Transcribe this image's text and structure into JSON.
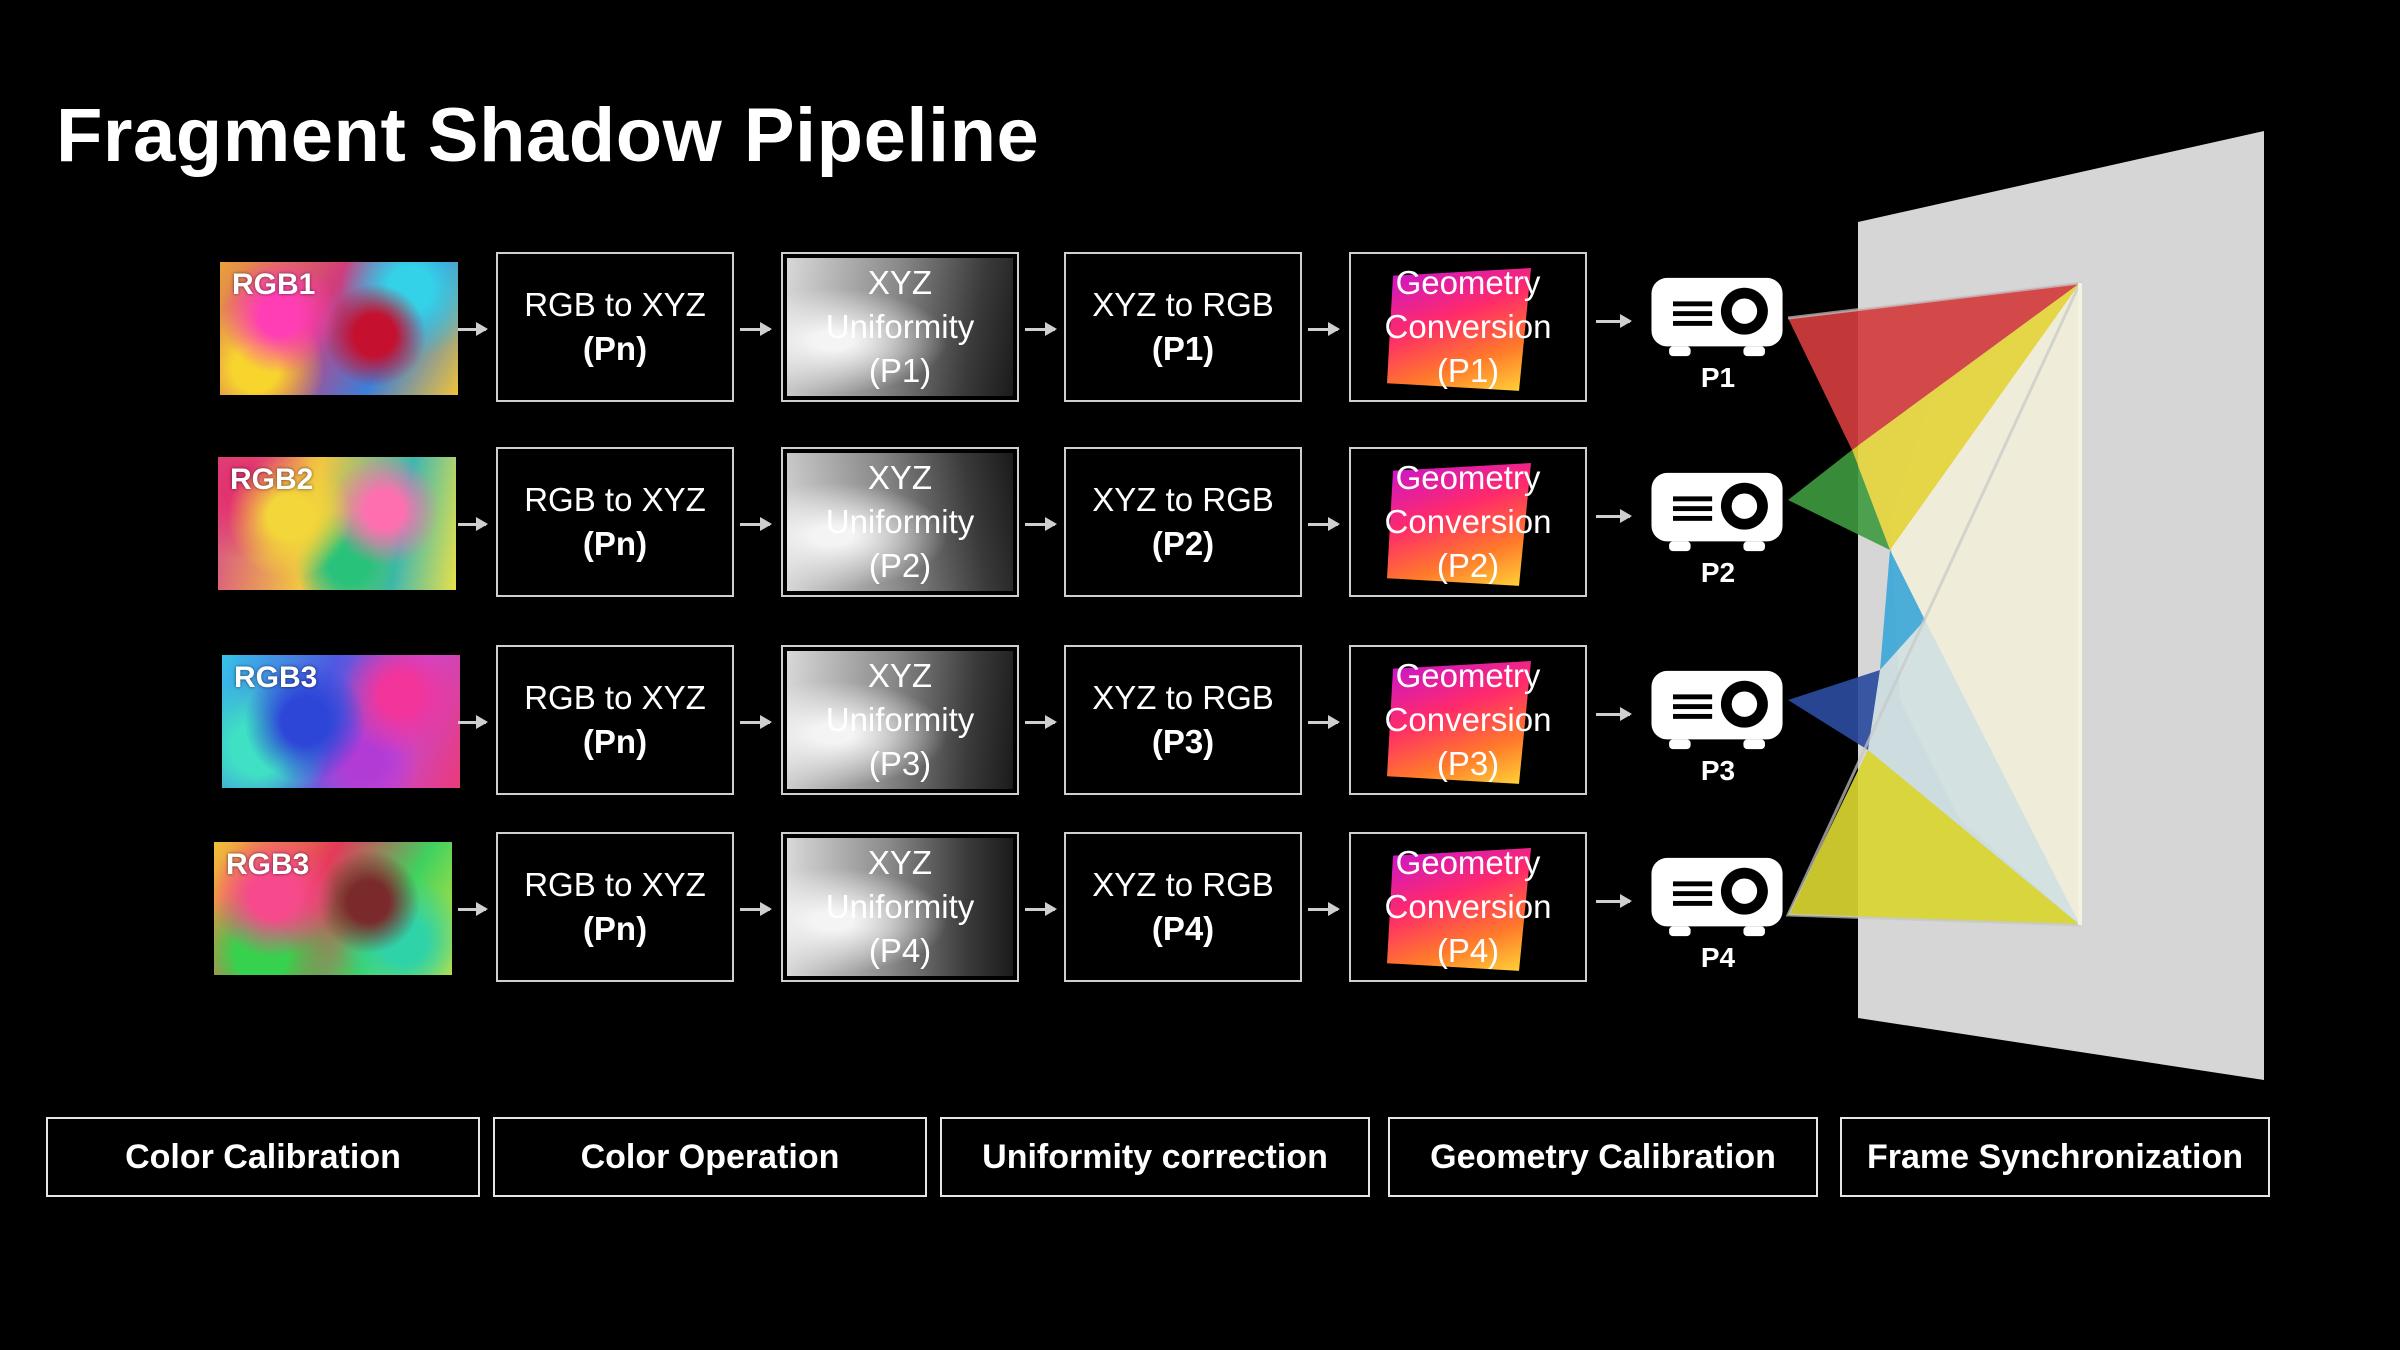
{
  "title": "Fragment Shadow Pipeline",
  "rows": [
    {
      "input": "RGB1",
      "step1": [
        "RGB to XYZ",
        "(Pn)"
      ],
      "step2": [
        "XYZ",
        "Uniformity",
        "(P1)"
      ],
      "step3": [
        "XYZ to RGB",
        "(P1)"
      ],
      "step4": [
        "Geometry",
        "Conversion",
        "(P1)"
      ],
      "projector": "P1"
    },
    {
      "input": "RGB2",
      "step1": [
        "RGB to XYZ",
        "(Pn)"
      ],
      "step2": [
        "XYZ",
        "Uniformity",
        "(P2)"
      ],
      "step3": [
        "XYZ to RGB",
        "(P2)"
      ],
      "step4": [
        "Geometry",
        "Conversion",
        "(P2)"
      ],
      "projector": "P2"
    },
    {
      "input": "RGB3",
      "step1": [
        "RGB to XYZ",
        "(Pn)"
      ],
      "step2": [
        "XYZ",
        "Uniformity",
        "(P3)"
      ],
      "step3": [
        "XYZ to RGB",
        "(P3)"
      ],
      "step4": [
        "Geometry",
        "Conversion",
        "(P3)"
      ],
      "projector": "P3"
    },
    {
      "input": "RGB3",
      "step1": [
        "RGB to XYZ",
        "(Pn)"
      ],
      "step2": [
        "XYZ",
        "Uniformity",
        "(P4)"
      ],
      "step3": [
        "XYZ to RGB",
        "(P4)"
      ],
      "step4": [
        "Geometry",
        "Conversion",
        "(P4)"
      ],
      "projector": "P4"
    }
  ],
  "stages": [
    "Color Calibration",
    "Color Operation",
    "Uniformity correction",
    "Geometry Calibration",
    "Frame Synchronization"
  ],
  "colors": {
    "background": "#000000",
    "box_border": "#cfcfcf",
    "screen": "#d6d6d6",
    "beam_p1": "#d03a3a",
    "beam_p2": "#3f9a3f",
    "beam_p3": "#2a4c9c",
    "beam_p4": "#d8d830",
    "beam_overlap_yellow": "#e3d33b",
    "beam_overlap_blue": "#3fa7d8"
  }
}
